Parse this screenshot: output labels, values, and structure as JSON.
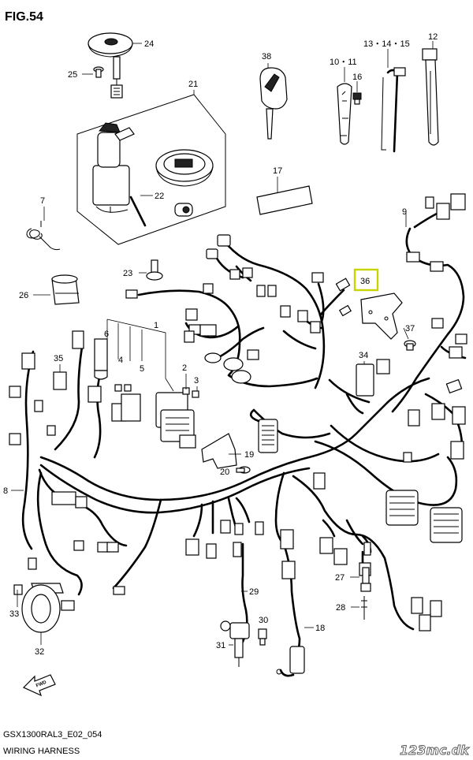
{
  "figure_title": "FIG.54",
  "footer": {
    "code": "GSX1300RAL3_E02_054",
    "name": "WIRING HARNESS"
  },
  "watermark": "123mc.dk",
  "fwd_label": "FWD",
  "highlight_color": "#c8d400",
  "callouts": [
    {
      "id": "24",
      "label": "24"
    },
    {
      "id": "25",
      "label": "25"
    },
    {
      "id": "38",
      "label": "38"
    },
    {
      "id": "10-11",
      "label": "10・11"
    },
    {
      "id": "13-14-15",
      "label": "13・14・15"
    },
    {
      "id": "12",
      "label": "12"
    },
    {
      "id": "16",
      "label": "16"
    },
    {
      "id": "21",
      "label": "21"
    },
    {
      "id": "22",
      "label": "22"
    },
    {
      "id": "17",
      "label": "17"
    },
    {
      "id": "7",
      "label": "7"
    },
    {
      "id": "9",
      "label": "9"
    },
    {
      "id": "23",
      "label": "23"
    },
    {
      "id": "36",
      "label": "36"
    },
    {
      "id": "26",
      "label": "26"
    },
    {
      "id": "37",
      "label": "37"
    },
    {
      "id": "1",
      "label": "1"
    },
    {
      "id": "6",
      "label": "6"
    },
    {
      "id": "35",
      "label": "35"
    },
    {
      "id": "4",
      "label": "4"
    },
    {
      "id": "5",
      "label": "5"
    },
    {
      "id": "2",
      "label": "2"
    },
    {
      "id": "3",
      "label": "3"
    },
    {
      "id": "34",
      "label": "34"
    },
    {
      "id": "19",
      "label": "19"
    },
    {
      "id": "20",
      "label": "20"
    },
    {
      "id": "8",
      "label": "8"
    },
    {
      "id": "27",
      "label": "27"
    },
    {
      "id": "29",
      "label": "29"
    },
    {
      "id": "28",
      "label": "28"
    },
    {
      "id": "33",
      "label": "33"
    },
    {
      "id": "30",
      "label": "30"
    },
    {
      "id": "31",
      "label": "31"
    },
    {
      "id": "18",
      "label": "18"
    },
    {
      "id": "32",
      "label": "32"
    }
  ]
}
